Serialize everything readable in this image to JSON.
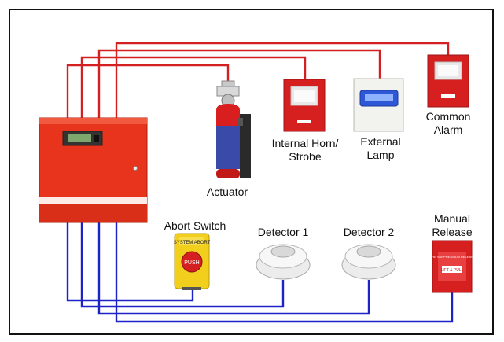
{
  "diagram": {
    "components": {
      "actuator": "Actuator",
      "horn_strobe_line1": "Internal Horn/",
      "horn_strobe_line2": "Strobe",
      "external_lamp_line1": "External",
      "external_lamp_line2": "Lamp",
      "common_alarm_line1": "Common",
      "common_alarm_line2": "Alarm",
      "abort_switch": "Abort Switch",
      "detector_1": "Detector 1",
      "detector_2": "Detector 2",
      "manual_release_line1": "Manual",
      "manual_release_line2": "Release"
    },
    "device_text": {
      "abort_button_top": "SYSTEM ABORT",
      "abort_button_push": "PUSH",
      "manual_release_top": "FIRE SUPPRESSION RELEASE",
      "manual_release_bottom": "LIFT & PULL"
    },
    "colors": {
      "output_wiring": "#d42020",
      "input_wiring": "#1c24c8",
      "panel": "#e8341c",
      "cylinder": "#d81e1e",
      "outer_frame": "#111111"
    }
  }
}
